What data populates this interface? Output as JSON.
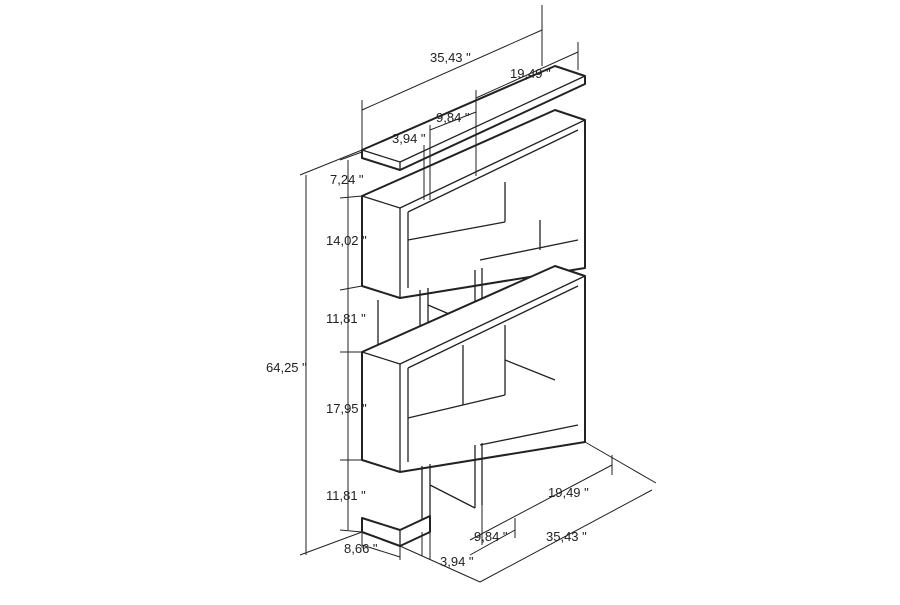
{
  "diagram": {
    "dimensions": {
      "top_total_width": "35,43 \"",
      "top_right_width": "19,49 \"",
      "top_mid_width": "9,84 \"",
      "top_left_width": "3,94 \"",
      "h_top": "7,24 \"",
      "h_upper_box": "14,02 \"",
      "h_upper_gap": "11,81 \"",
      "h_lower_box": "17,95 \"",
      "h_bottom": "11,81 \"",
      "total_height": "64,25 \"",
      "depth": "8,66 \"",
      "bottom_right_width": "19,49 \"",
      "bottom_mid_width": "9,84 \"",
      "bottom_total_width": "35,43 \"",
      "bottom_left_width": "3,94 \""
    }
  }
}
